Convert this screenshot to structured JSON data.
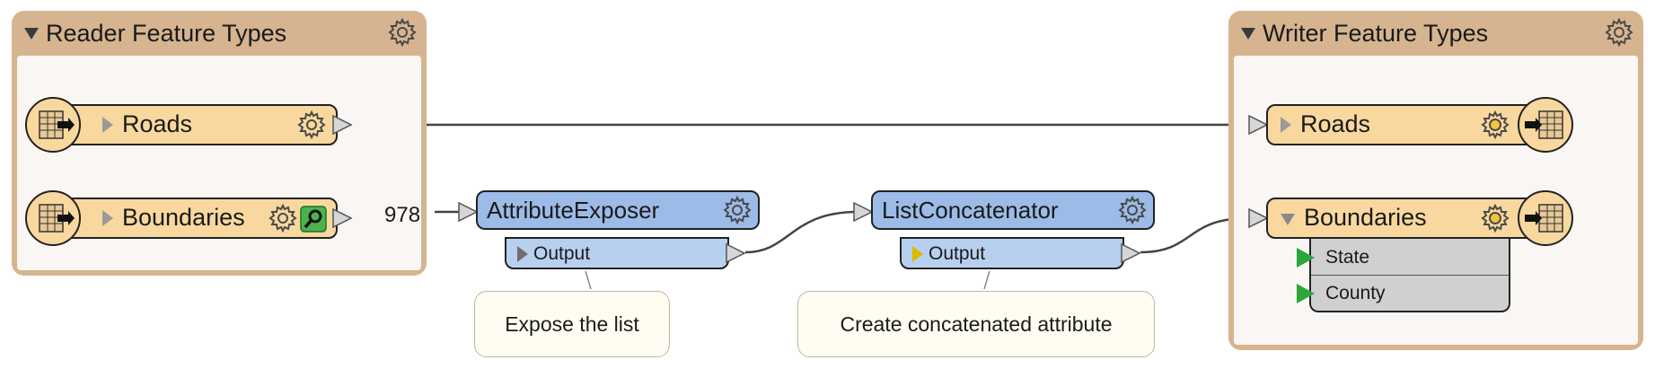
{
  "reader": {
    "title": "Reader Feature Types",
    "feature_types": [
      {
        "name": "Roads"
      },
      {
        "name": "Boundaries"
      }
    ],
    "feature_count": "978"
  },
  "writer": {
    "title": "Writer Feature Types",
    "feature_types": [
      {
        "name": "Roads"
      },
      {
        "name": "Boundaries",
        "attributes": [
          "State",
          "County"
        ]
      }
    ]
  },
  "transformers": [
    {
      "name": "AttributeExposer",
      "output_port": "Output"
    },
    {
      "name": "ListConcatenator",
      "output_port": "Output"
    }
  ],
  "annotations": [
    {
      "text": "Expose the list"
    },
    {
      "text": "Create concatenated attribute"
    }
  ],
  "icons": {
    "gear": "gear-icon",
    "inspect": "magnifier-icon",
    "table_reader": "table-arrow-icon",
    "table_writer": "arrow-table-icon"
  },
  "colors": {
    "bookmark": "#d5b48f",
    "feature_type": "#f8d89e",
    "transformer": "#9cbbe7",
    "port_green": "#2aa63a",
    "annotation": "#fffdf2"
  }
}
